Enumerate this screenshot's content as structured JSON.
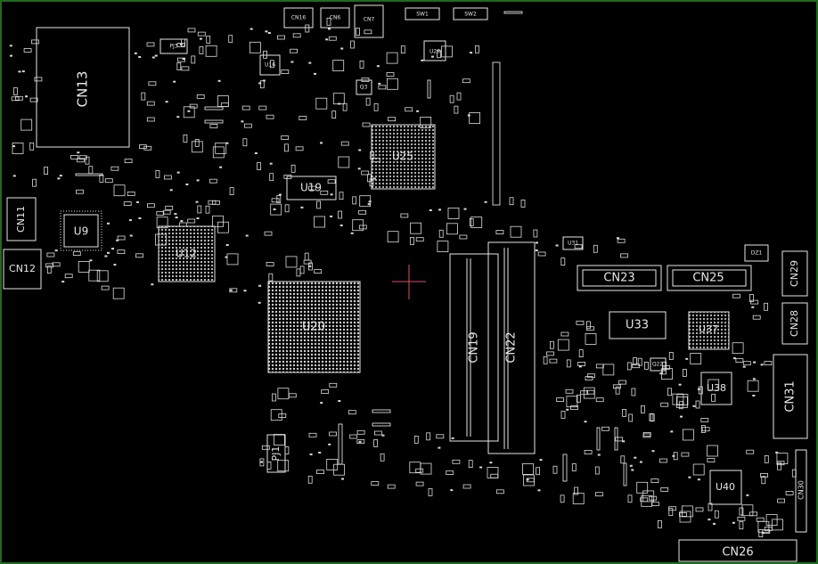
{
  "viewer": {
    "frame_color": "#1e6b1e",
    "background_color": "#000000",
    "outline_color": "#e6e6e6",
    "cursor_color": "#e05060",
    "cursor_icon": "crosshair-icon"
  },
  "components": {
    "cn13": "CN13",
    "cn11": "CN11",
    "cn12": "CN12",
    "u9": "U9",
    "u12": "U12",
    "u19": "U19",
    "u25": "U25",
    "u20": "U20",
    "cn19": "CN19",
    "cn22": "CN22",
    "cn23": "CN23",
    "cn25": "CN25",
    "cn29": "CN29",
    "cn28": "CN28",
    "u33": "U33",
    "u37": "U37",
    "u38": "U38",
    "cn31": "CN31",
    "u40": "U40",
    "cn26": "CN26",
    "pj1": "PJ1",
    "u28": "U28",
    "sw1": "SW1",
    "sw2": "SW2",
    "cn16": "CN16",
    "cn6": "CN6",
    "cn7": "CN7",
    "pj3": "PJ3",
    "u16": "U16",
    "q3": "Q3",
    "q22": "Q22",
    "u31": "U31",
    "dz1": "DZ1",
    "cn30": "CN30"
  }
}
